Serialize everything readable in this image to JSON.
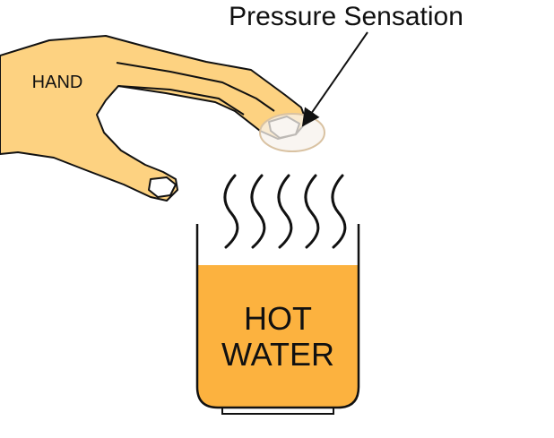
{
  "labels": {
    "pressure": "Pressure Sensation",
    "hand": "HAND",
    "water_line1": "HOT",
    "water_line2": "WATER"
  },
  "colors": {
    "skin": "#fdd281",
    "nail": "#ffffff",
    "water": "#fcb23f",
    "outline": "#111111",
    "pressure_spot": "#f7f2ec",
    "pressure_spot_edge": "#d9c2a2"
  },
  "icons": {
    "hand": "pointing-hand-icon",
    "steam": "steam-wave-icon",
    "arrow": "pointer-arrow-icon"
  }
}
